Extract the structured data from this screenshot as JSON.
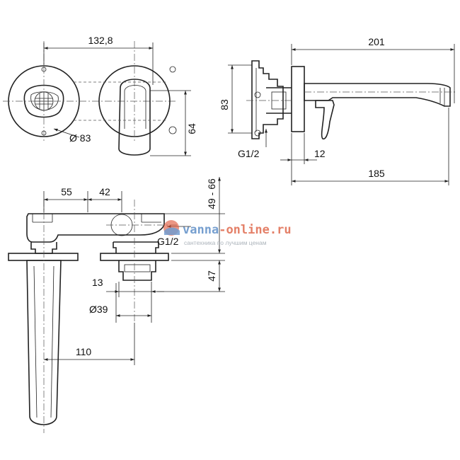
{
  "dimensions": {
    "front_spacing": "132,8",
    "rosette_diameter": "Ø 83",
    "lever_height": "64",
    "side_height": "83",
    "side_total_length": "201",
    "side_wall_offset": "12",
    "side_spout_length": "185",
    "side_inlet": "G1/2",
    "top_offset_a": "55",
    "top_offset_b": "42",
    "top_depth_range": "49 - 66",
    "top_inlet": "G1/2",
    "top_body_depth": "47",
    "top_nut_width": "13",
    "top_body_diameter": "Ø39",
    "top_spout_reach": "110"
  },
  "watermark": {
    "brand_a": "vanna",
    "brand_sep": "-",
    "brand_b": "online.ru",
    "tagline": "сантехника по лучшим ценам",
    "colors": {
      "primary": "#5f8fc7",
      "secondary": "#e06a4e",
      "logo_red": "#e05b3f",
      "logo_blue": "#5b8cc8"
    }
  }
}
